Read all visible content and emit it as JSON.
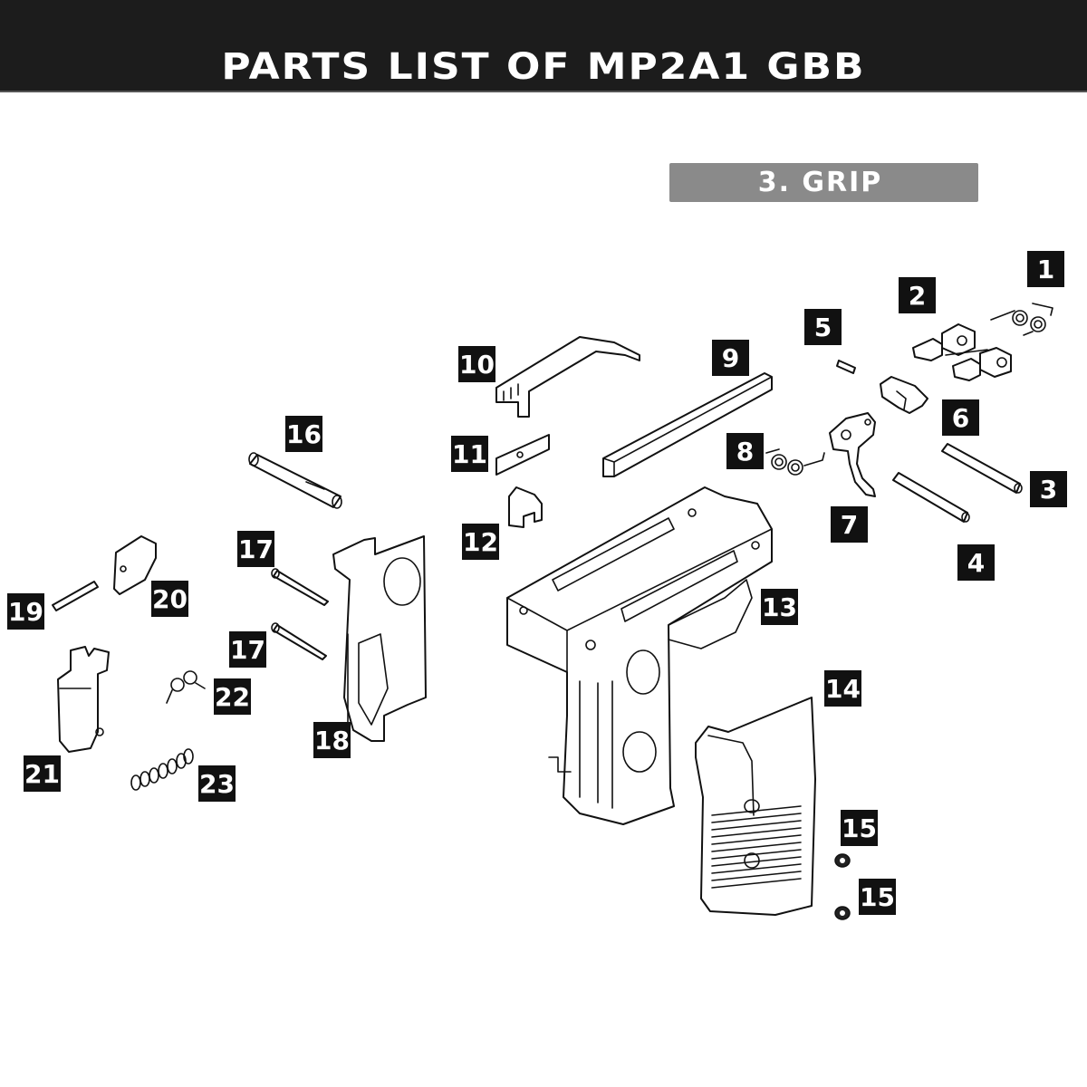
{
  "header": {
    "title": "PARTS LIST OF MP2A1 GBB"
  },
  "section": {
    "label": "3. GRIP",
    "color": "#8a8a8a"
  },
  "colors": {
    "header_bg": "#1c1c1c",
    "label_bg": "#111111",
    "label_text": "#ffffff"
  },
  "labels": {
    "p1": "1",
    "p2": "2",
    "p3": "3",
    "p4": "4",
    "p5": "5",
    "p6": "6",
    "p7": "7",
    "p8": "8",
    "p9": "9",
    "p10": "10",
    "p11": "11",
    "p12": "12",
    "p13": "13",
    "p14": "14",
    "p15a": "15",
    "p15b": "15",
    "p16": "16",
    "p17a": "17",
    "p17b": "17",
    "p18": "18",
    "p19": "19",
    "p20": "20",
    "p21": "21",
    "p22": "22",
    "p23": "23"
  },
  "parts": [
    {
      "number": "1",
      "icon": "torsion-springs-pair"
    },
    {
      "number": "2",
      "icon": "hammer-sear-assembly"
    },
    {
      "number": "3",
      "icon": "pin"
    },
    {
      "number": "4",
      "icon": "pin"
    },
    {
      "number": "5",
      "icon": "small-pin"
    },
    {
      "number": "6",
      "icon": "disconnector-block"
    },
    {
      "number": "7",
      "icon": "trigger"
    },
    {
      "number": "8",
      "icon": "torsion-spring"
    },
    {
      "number": "9",
      "icon": "trigger-bar"
    },
    {
      "number": "10",
      "icon": "long-lever"
    },
    {
      "number": "11",
      "icon": "leaf-spring"
    },
    {
      "number": "12",
      "icon": "catch-block"
    },
    {
      "number": "13",
      "icon": "lower-receiver-grip-frame"
    },
    {
      "number": "14",
      "icon": "grip-panel"
    },
    {
      "number": "15",
      "icon": "nut"
    },
    {
      "number": "16",
      "icon": "hollow-pin"
    },
    {
      "number": "17",
      "icon": "screw"
    },
    {
      "number": "18",
      "icon": "grip-side-plate"
    },
    {
      "number": "19",
      "icon": "pin"
    },
    {
      "number": "20",
      "icon": "latch-block"
    },
    {
      "number": "21",
      "icon": "magazine-release"
    },
    {
      "number": "22",
      "icon": "torsion-spring"
    },
    {
      "number": "23",
      "icon": "coil-spring"
    }
  ]
}
